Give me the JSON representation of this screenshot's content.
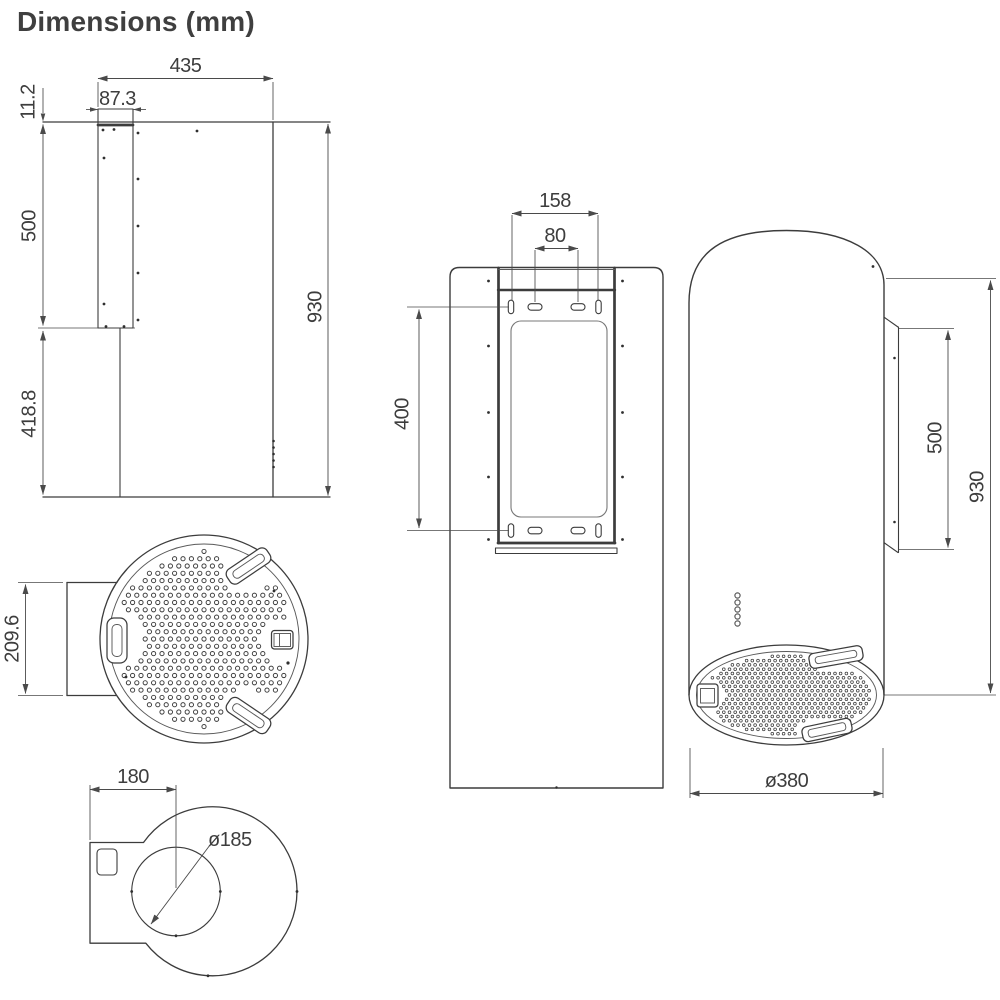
{
  "title": "Dimensions (mm)",
  "views": {
    "side_view": {
      "width": "435",
      "bracket_width": "87.3",
      "top_offset": "11.2",
      "bracket_height": "500",
      "lower_height": "418.8",
      "overall_height": "930"
    },
    "bottom_view": {
      "duct_height": "209.6"
    },
    "top_view": {
      "duct_center_offset": "180",
      "duct_diameter": "ø185"
    },
    "front_view": {
      "mount_width": "158",
      "mount_inner_width": "80",
      "mount_height": "400"
    },
    "profile_view": {
      "bracket_height": "500",
      "overall_height": "930",
      "body_diameter": "ø380"
    }
  }
}
